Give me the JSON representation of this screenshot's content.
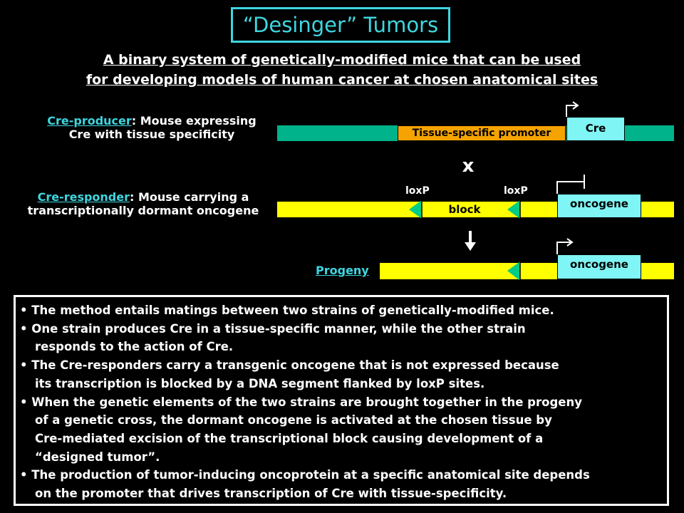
{
  "title": "“Desinger” Tumors",
  "subtitle": {
    "line1": "A binary system of genetically-modified mice that can be used",
    "line2": "for developing models of human cancer at chosen anatomical sites"
  },
  "producer": {
    "name": "Cre-producer",
    "desc1": ": Mouse expressing",
    "desc2": "Cre with tissue specificity",
    "promoter_label": "Tissue-specific promoter",
    "gene_label": "Cre"
  },
  "cross_symbol": "x",
  "responder": {
    "name": "Cre-responder",
    "desc1": ": Mouse carrying a",
    "desc2": "transcriptionally dormant oncogene",
    "loxp_left": "loxP",
    "loxp_right": "loxP",
    "block_label": "block",
    "gene_label": "oncogene"
  },
  "progeny": {
    "name": "Progeny",
    "gene_label": "oncogene"
  },
  "bullets": [
    [
      "The method entails matings between two strains of genetically-modified mice."
    ],
    [
      "One strain produces Cre in a tissue-specific manner, while the other strain",
      "responds to the action of Cre."
    ],
    [
      "The Cre-responders carry a transgenic oncogene that is not expressed because",
      "its transcription is blocked by a DNA segment flanked by loxP sites."
    ],
    [
      "When the genetic elements of the two strains are brought together in the progeny",
      "of a genetic cross, the dormant oncogene is activated at the chosen tissue by",
      "Cre-mediated excision of the transcriptional block causing development of a",
      "“designed tumor”."
    ],
    [
      "The production of tumor-inducing oncoprotein at a specific anatomical site depends",
      "on the promoter that drives transcription of Cre with tissue-specificity."
    ]
  ],
  "bullet_char": "•",
  "colors": {
    "accent_cyan": "#3fd6e0",
    "dna_green": "#00b38a",
    "dna_yellow": "#ffff00",
    "promoter_orange": "#f5a300",
    "gene_box": "#7ff5f5",
    "loxp_green": "#00cc88"
  }
}
